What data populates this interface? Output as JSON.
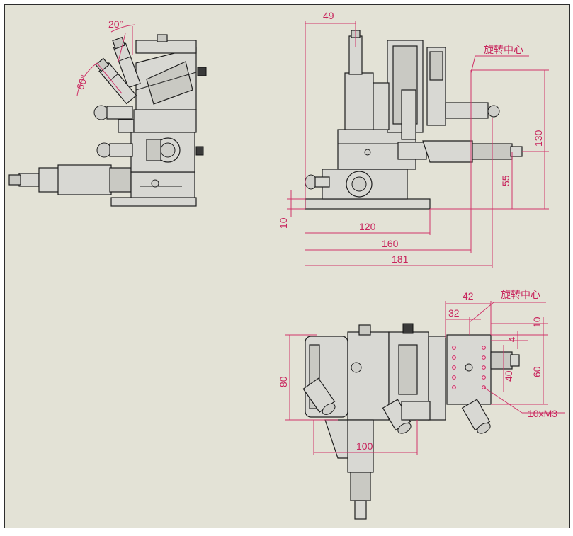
{
  "drawing": {
    "accent_color": "#c8245c",
    "sheet_color": "#e3e2d6",
    "line_color": "#1e1e1e"
  },
  "left_view": {
    "angle_top": "20°",
    "angle_side": "60°"
  },
  "front_view": {
    "dim_49": "49",
    "rotation_center": "旋转中心",
    "dim_130": "130",
    "dim_55": "55",
    "dim_10": "10",
    "dim_120": "120",
    "dim_160": "160",
    "dim_181": "181"
  },
  "top_view": {
    "dim_42": "42",
    "rotation_center": "旋转中心",
    "dim_32": "32",
    "dim_10": "10",
    "dim_4": "4",
    "dim_40": "40",
    "dim_60": "60",
    "dim_80": "80",
    "dim_100": "100",
    "holes_label": "10xM3"
  }
}
